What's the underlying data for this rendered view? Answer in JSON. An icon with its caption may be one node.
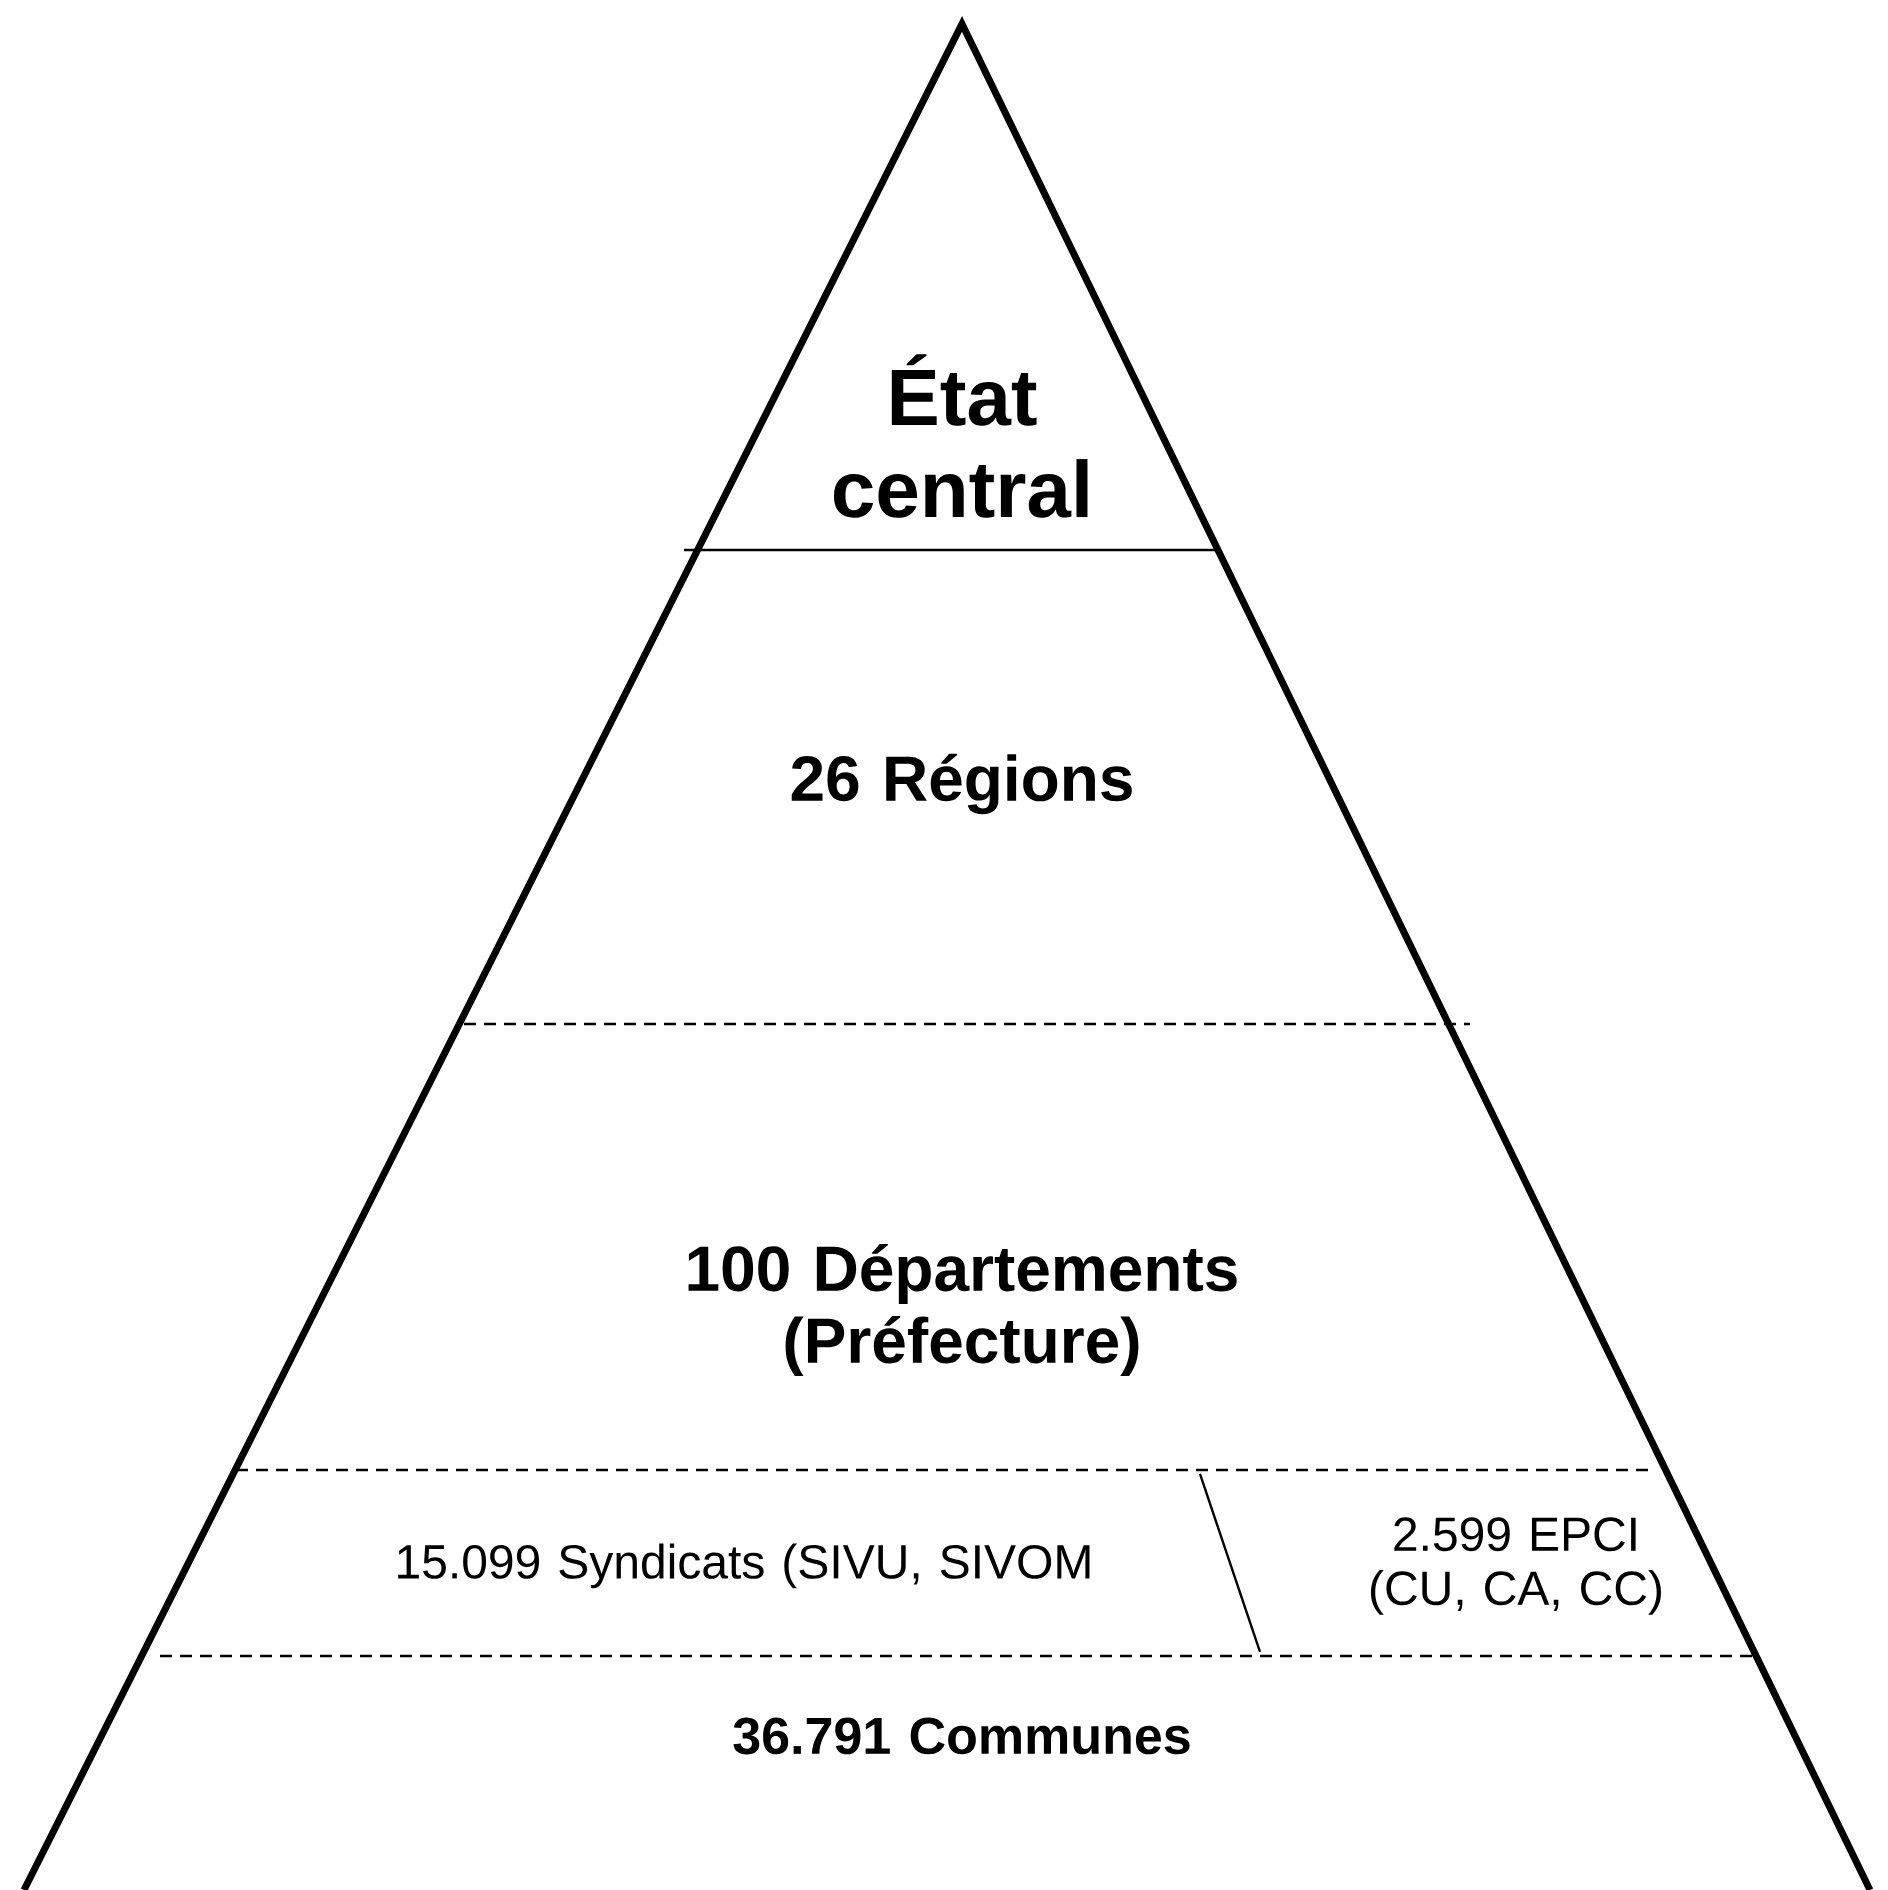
{
  "diagram": {
    "labels": [
      "État central",
      "26 Régions",
      "100 Départements (Préfecture)",
      "15.099 Syndicats (SIVU, SIVOM",
      "2.599 EPCI (CU, CA, CC)",
      "36.791 Communes"
    ]
  }
}
